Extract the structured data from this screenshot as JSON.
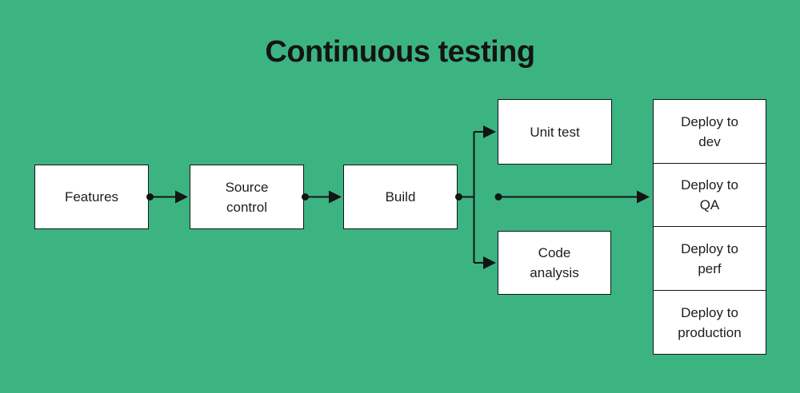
{
  "title": "Continuous testing",
  "colors": {
    "background": "#3cb482",
    "node_fill": "#ffffff",
    "node_border": "#141414",
    "connector": "#141414",
    "text": "#1d1d1d"
  },
  "nodes": {
    "features": {
      "label": "Features"
    },
    "source_control": {
      "label": "Source\ncontrol"
    },
    "build": {
      "label": "Build"
    },
    "unit_test": {
      "label": "Unit test"
    },
    "code_analysis": {
      "label": "Code\nanalysis"
    },
    "deploy_dev": {
      "label": "Deploy to\ndev"
    },
    "deploy_qa": {
      "label": "Deploy to\nQA"
    },
    "deploy_perf": {
      "label": "Deploy to\nperf"
    },
    "deploy_production": {
      "label": "Deploy to\nproduction"
    }
  },
  "edges": [
    {
      "from": "Features",
      "to": "Source control"
    },
    {
      "from": "Source control",
      "to": "Build"
    },
    {
      "from": "Build",
      "to": "Unit test"
    },
    {
      "from": "Build",
      "to": "Code analysis"
    },
    {
      "from": "Build",
      "to": "Deploy to QA"
    }
  ]
}
